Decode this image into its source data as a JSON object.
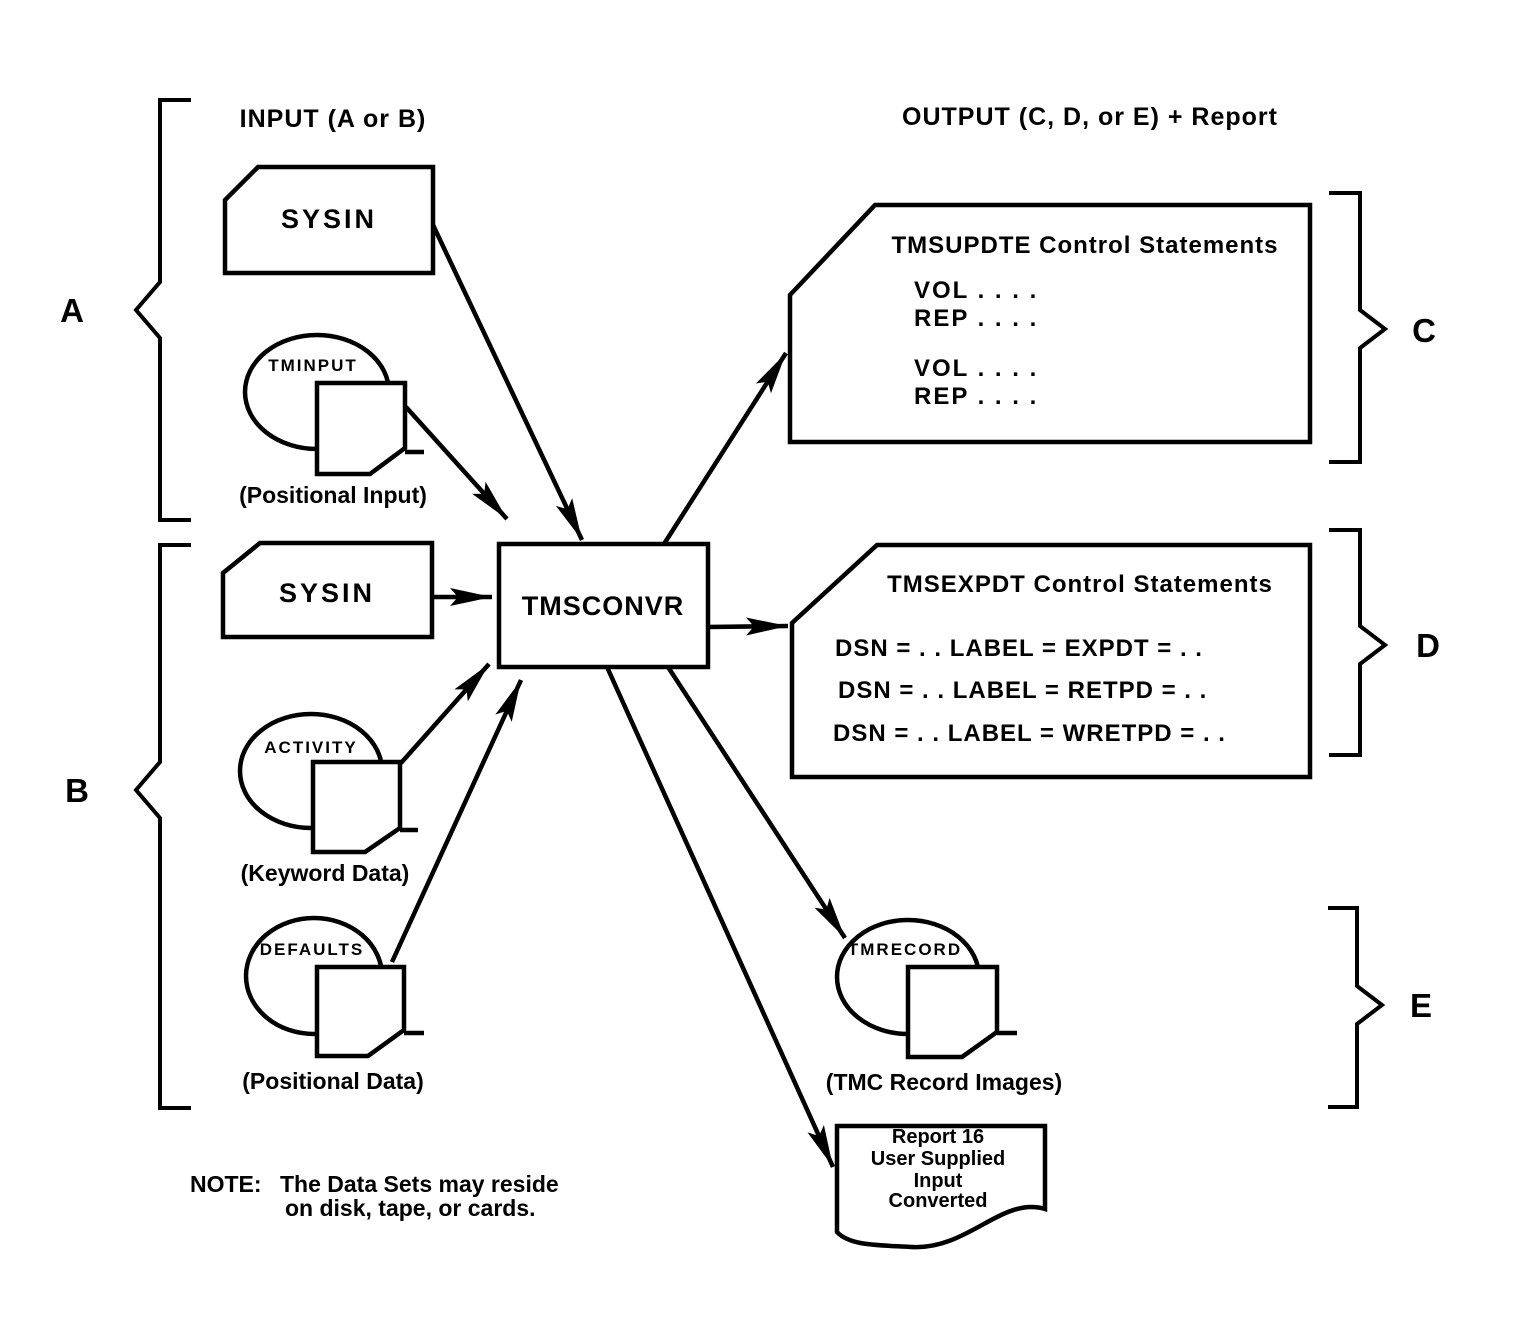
{
  "diagram": {
    "input_heading": "INPUT (A or B)",
    "output_heading": "OUTPUT (C, D, or E) + Report",
    "process": "TMSCONVR",
    "brackets": {
      "a": "A",
      "b": "B",
      "c": "C",
      "d": "D",
      "e": "E"
    },
    "input_a": {
      "sysin": "SYSIN",
      "tape_name": "TMINPUT",
      "tape_caption": "(Positional Input)"
    },
    "input_b": {
      "sysin": "SYSIN",
      "activity_name": "ACTIVITY",
      "activity_caption": "(Keyword Data)",
      "defaults_name": "DEFAULTS",
      "defaults_caption": "(Positional Data)"
    },
    "output_c": {
      "title": "TMSUPDTE Control Statements",
      "lines": [
        "VOL . . . .",
        "REP . . . .",
        "VOL . . . .",
        "REP . . . ."
      ]
    },
    "output_d": {
      "title": "TMSEXPDT Control Statements",
      "lines": [
        "DSN = . . LABEL = EXPDT = . .",
        "DSN = . . LABEL = RETPD = . .",
        "DSN = . . LABEL = WRETPD = . ."
      ]
    },
    "output_e": {
      "tape_name": "TMRECORD",
      "caption": "(TMC Record Images)"
    },
    "report": {
      "lines": [
        "Report 16",
        "User Supplied",
        "Input",
        "Converted"
      ]
    },
    "note": {
      "prefix": "NOTE:",
      "line1": "The Data Sets may reside",
      "line2": "on disk, tape, or cards."
    },
    "colors": {
      "ink": "#000000",
      "background": "#ffffff"
    }
  }
}
